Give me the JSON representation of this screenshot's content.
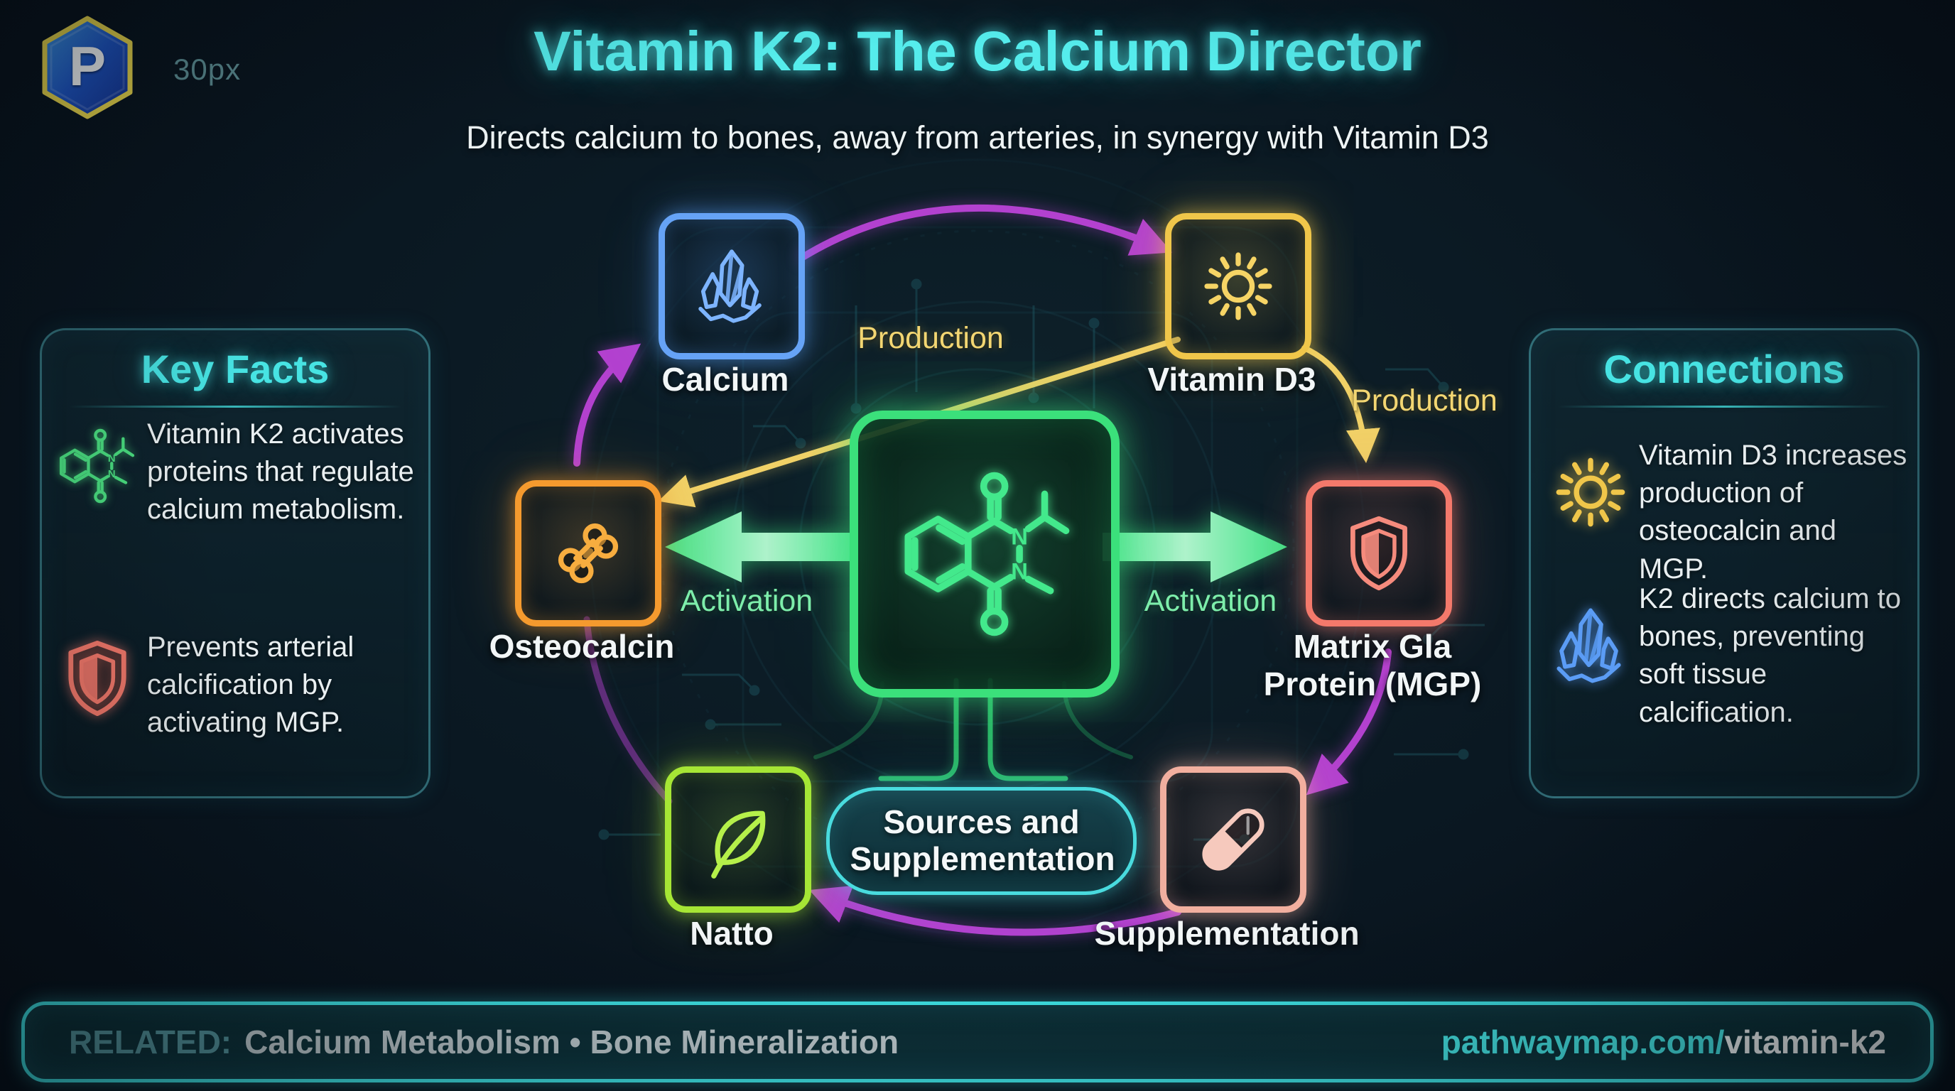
{
  "header": {
    "logo_letter": "P",
    "logo_size_label": "30px",
    "title": "Vitamin K2: The Calcium Director",
    "subtitle": "Directs calcium to bones, away from arteries, in synergy with Vitamin D3"
  },
  "key_facts_panel": {
    "title": "Key Facts",
    "items": [
      {
        "icon": "molecule-icon",
        "text": "Vitamin K2 activates proteins that regulate calcium metabolism."
      },
      {
        "icon": "shield-icon",
        "text": "Prevents arterial calcification by activating MGP."
      }
    ]
  },
  "connections_panel": {
    "title": "Connections",
    "items": [
      {
        "icon": "sun-icon",
        "text": "Vitamin D3 increases production of osteocalcin and MGP."
      },
      {
        "icon": "crystal-icon",
        "text": "K2 directs calcium to bones, preventing soft tissue calcification."
      }
    ]
  },
  "diagram": {
    "center_node": {
      "id": "vitamin-k2",
      "icon": "molecule-icon",
      "color": "#3be07b"
    },
    "nodes": [
      {
        "id": "calcium",
        "label": "Calcium",
        "icon": "crystal-icon",
        "color": "#66a3f6"
      },
      {
        "id": "vitamin-d3",
        "label": "Vitamin D3",
        "icon": "sun-icon",
        "color": "#f0c64a"
      },
      {
        "id": "osteocalcin",
        "label": "Osteocalcin",
        "icon": "bone-icon",
        "color": "#f59a2e"
      },
      {
        "id": "matrix-gla-protein",
        "label": "Matrix Gla Protein (MGP)",
        "icon": "shield-icon",
        "color": "#f4796b"
      },
      {
        "id": "natto",
        "label": "Natto",
        "icon": "leaf-icon",
        "color": "#a6e635"
      },
      {
        "id": "supplementation",
        "label": "Supplementation",
        "icon": "capsule-icon",
        "color": "#f2af9f"
      }
    ],
    "edge_labels": {
      "production_top": "Production",
      "production_right": "Production",
      "activation_left": "Activation",
      "activation_right": "Activation"
    },
    "pill_label": "Sources and Supplementation",
    "flow_color": "#b341cf",
    "production_color": "#f1d167",
    "activation_color": "#3ee285"
  },
  "footer": {
    "related_label": "RELATED:",
    "related_items": "Calcium Metabolism • Bone Mineralization",
    "url_prefix": "pathwaymap.com/",
    "url_slug": "vitamin-k2"
  }
}
